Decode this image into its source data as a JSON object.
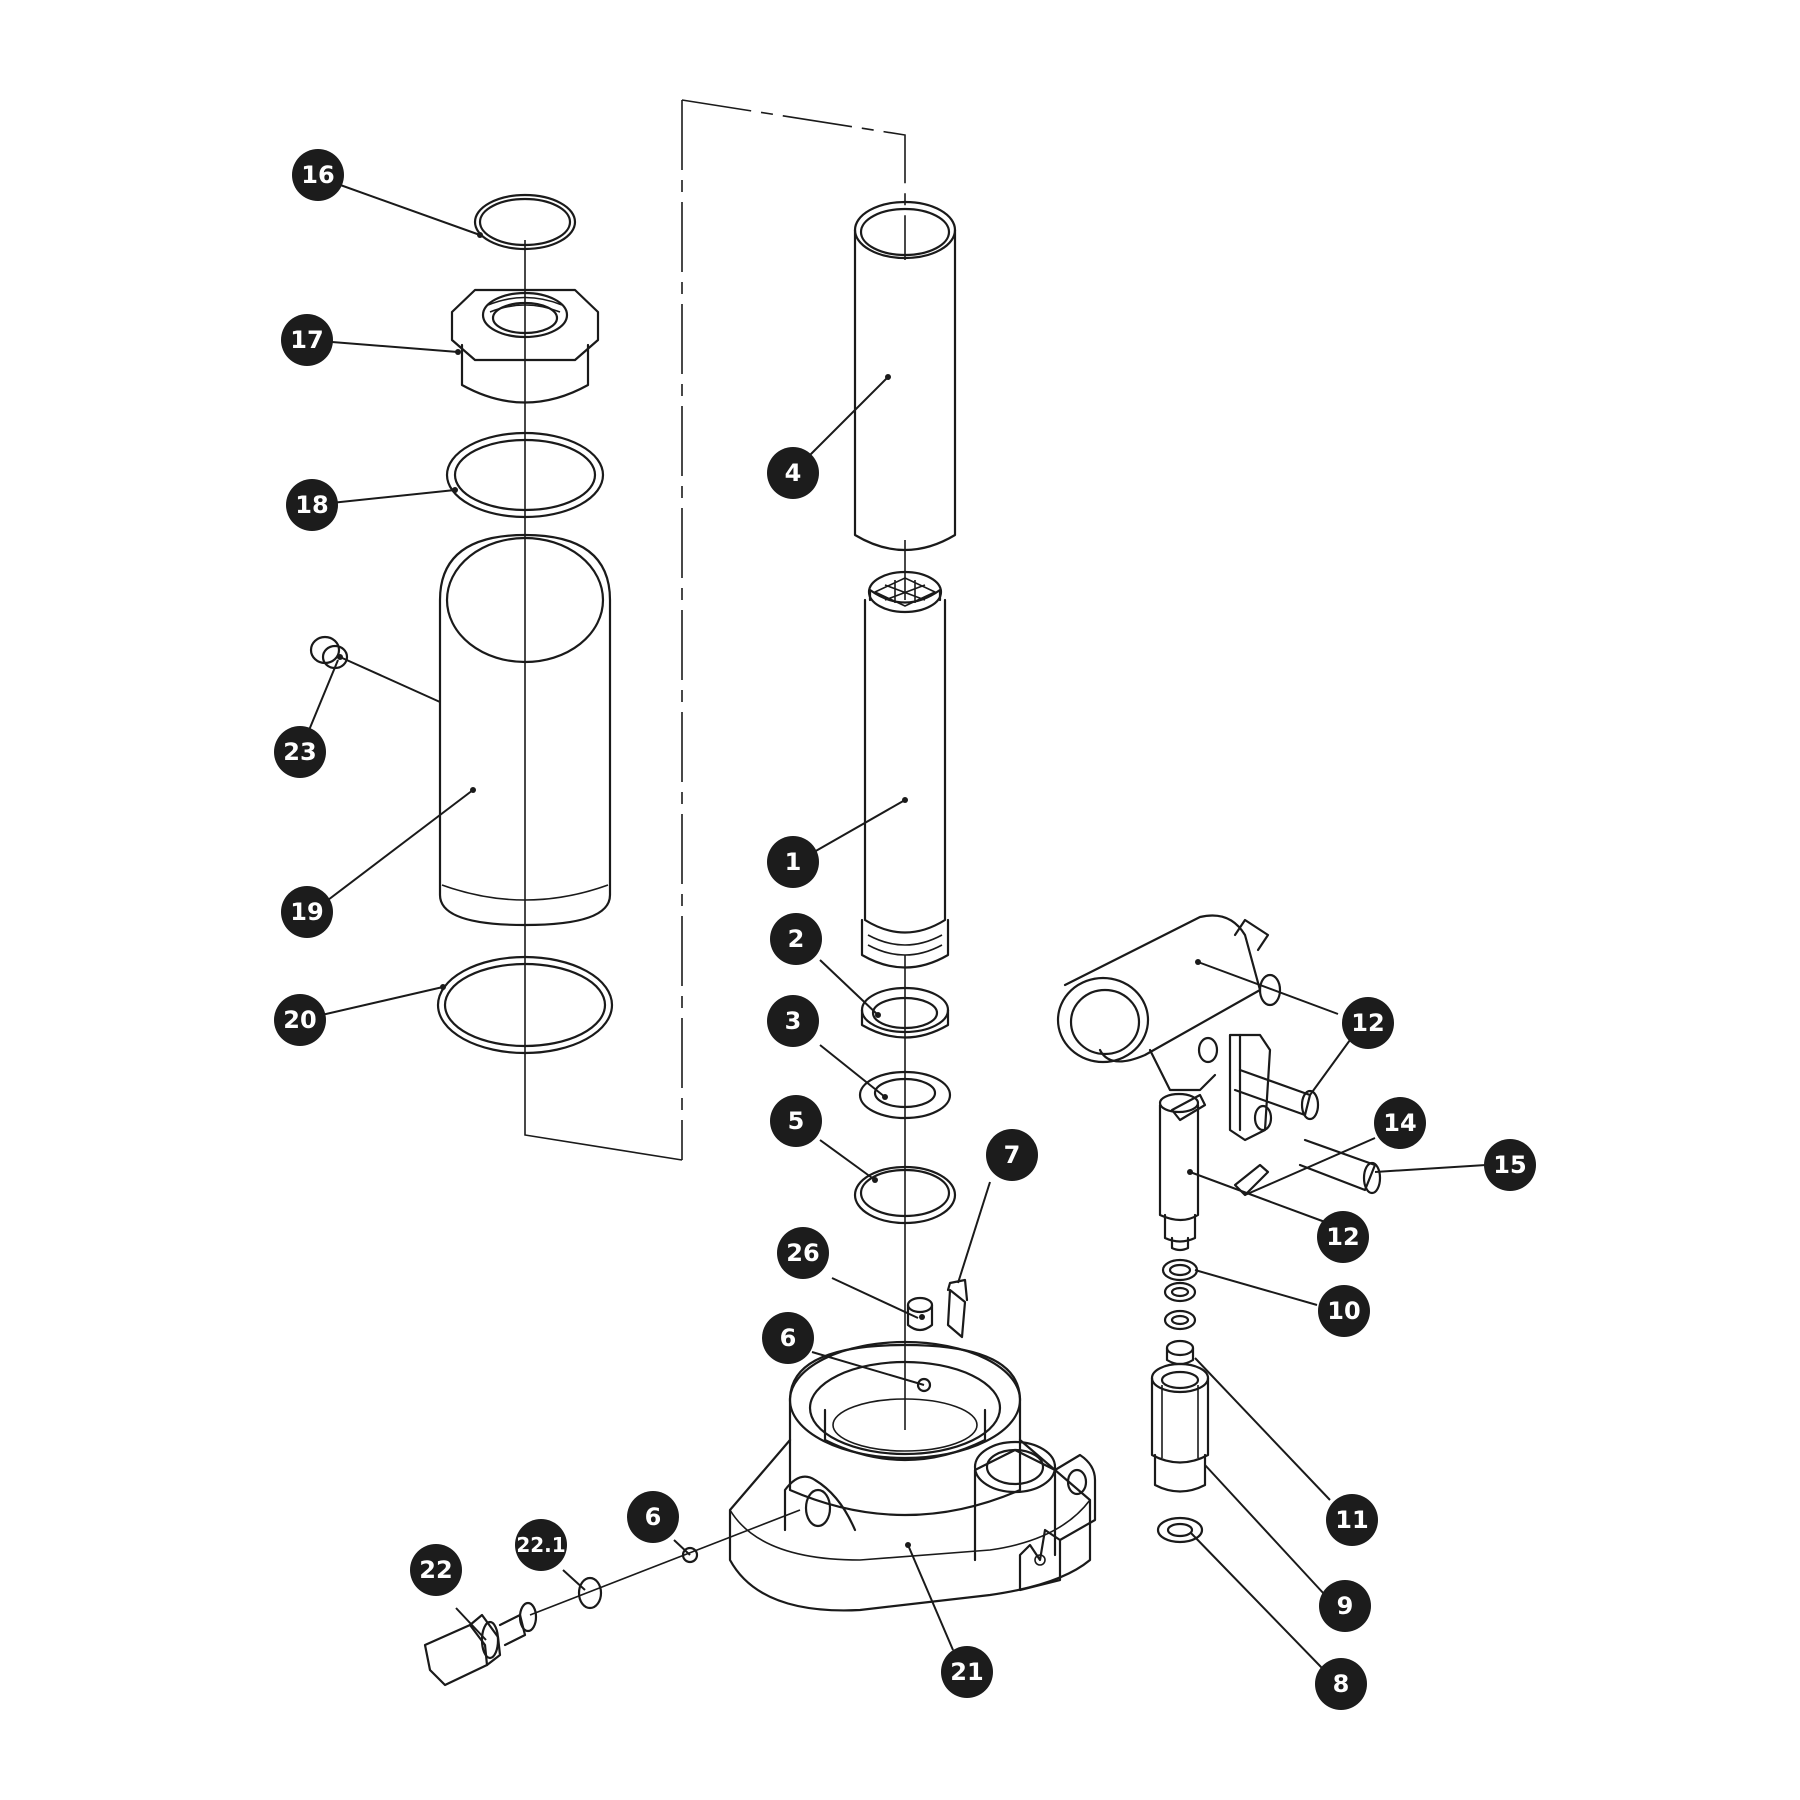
{
  "figure": {
    "description": "",
    "callouts": [
      "1",
      "2",
      "3",
      "4",
      "5",
      "6",
      "7",
      "8",
      "9",
      "10",
      "11",
      "12",
      "14",
      "15",
      "16",
      "17",
      "18",
      "19",
      "20",
      "21",
      "22",
      "22.1",
      "23",
      "26"
    ]
  },
  "labels": {
    "p1": "1",
    "p2": "2",
    "p3": "3",
    "p4": "4",
    "p5": "5",
    "p6a": "6",
    "p6b": "6",
    "p7": "7",
    "p8": "8",
    "p9": "9",
    "p10": "10",
    "p11": "11",
    "p12a": "12",
    "p12b": "12",
    "p14": "14",
    "p15": "15",
    "p16": "16",
    "p17": "17",
    "p18": "18",
    "p19": "19",
    "p20": "20",
    "p21": "21",
    "p22": "22",
    "p22_1": "22.1",
    "p23": "23",
    "p26": "26"
  },
  "colors": {
    "ink": "#1a1a1a",
    "badge": "#1c1c1c",
    "badge_text": "#ffffff",
    "background": "#ffffff"
  }
}
